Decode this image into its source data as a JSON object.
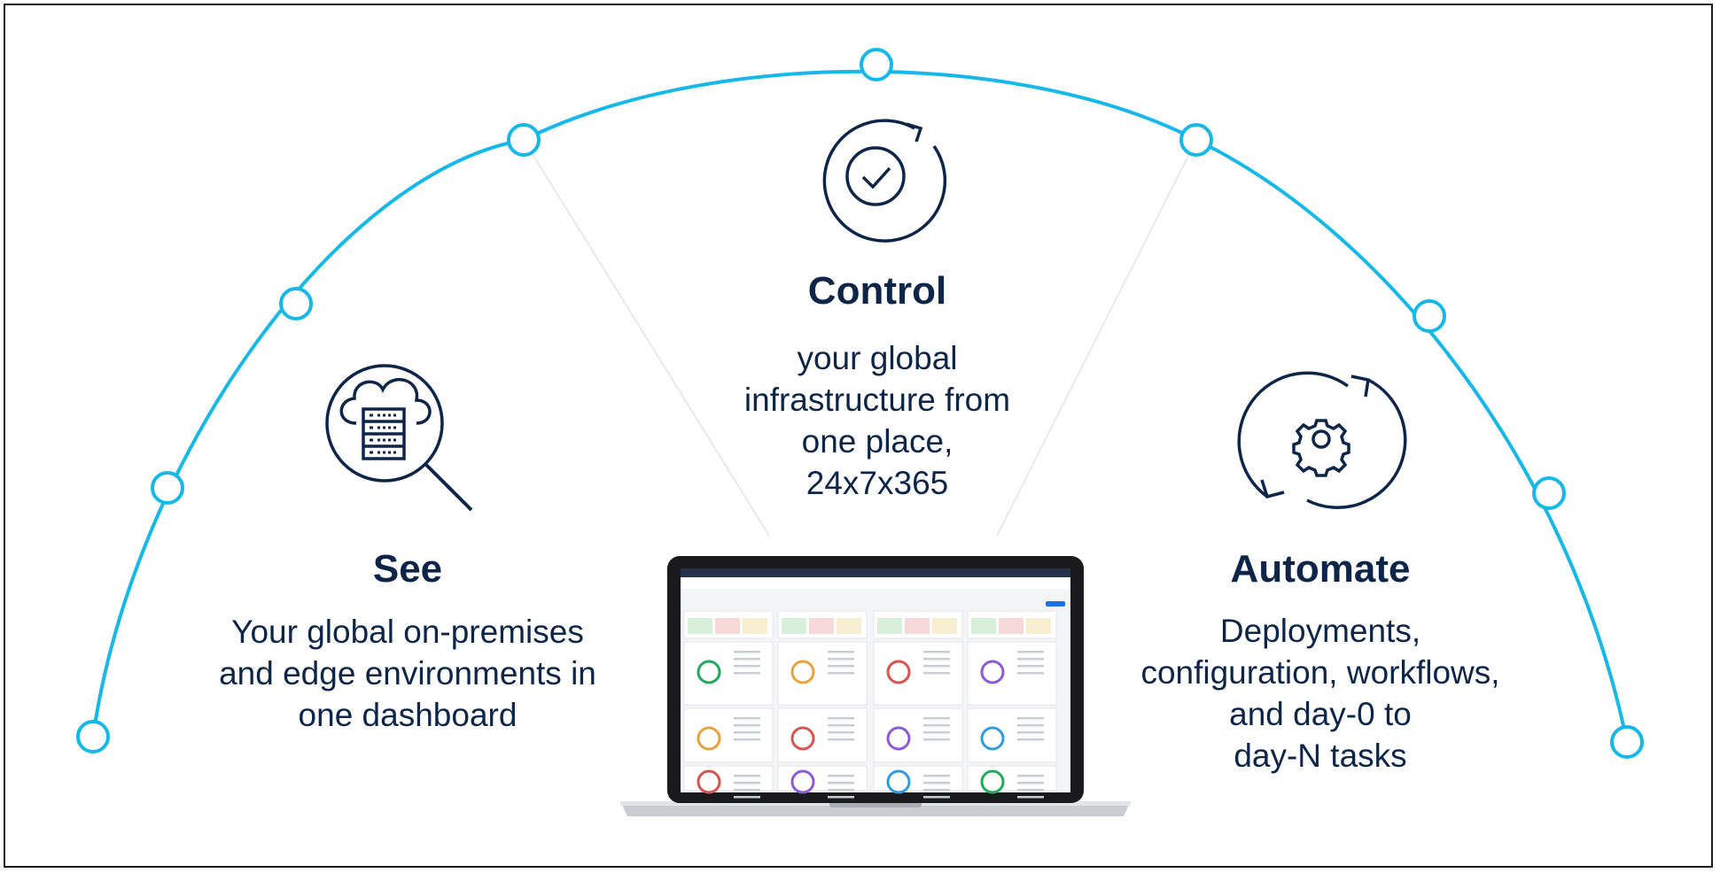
{
  "see": {
    "title": "See",
    "description": "Your global on-premises\nand edge environments in\none dashboard",
    "icon": "cloud-server-search-icon"
  },
  "control": {
    "title": "Control",
    "description": "your global\ninfrastructure from\none place,\n24x7x365",
    "icon": "check-cycle-icon"
  },
  "automate": {
    "title": "Automate",
    "description": "Deployments,\nconfiguration, workflows,\nand day-0 to\nday-N tasks",
    "icon": "gear-cycle-icon"
  },
  "colors": {
    "arc": "#15b8e8",
    "icon": "#0d2549",
    "text": "#0d2549"
  }
}
